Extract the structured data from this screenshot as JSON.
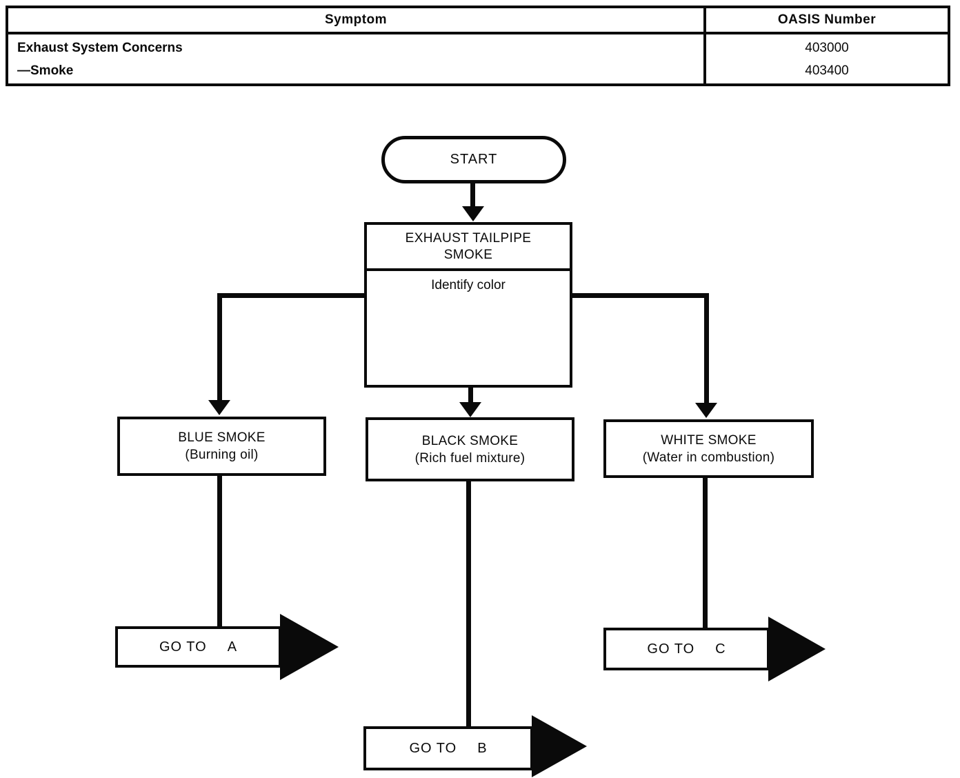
{
  "table": {
    "col1_header": "Symptom",
    "col2_header": "OASIS Number",
    "symptom_line1": "Exhaust System Concerns",
    "symptom_line2": "—Smoke",
    "oasis_value1": "403000",
    "oasis_value2": "403400"
  },
  "flowchart": {
    "start_label": "START",
    "main_box": {
      "title_line1": "EXHAUST TAILPIPE",
      "title_line2": "SMOKE",
      "subtitle": "Identify color"
    },
    "branches": [
      {
        "title": "BLUE SMOKE",
        "subtitle": "(Burning oil)",
        "goto_prefix": "GO TO",
        "goto_letter": "A"
      },
      {
        "title": "BLACK SMOKE",
        "subtitle": "(Rich fuel mixture)",
        "goto_prefix": "GO TO",
        "goto_letter": "B"
      },
      {
        "title": "WHITE SMOKE",
        "subtitle": "(Water in combustion)",
        "goto_prefix": "GO TO",
        "goto_letter": "C"
      }
    ],
    "colors": {
      "line": "#0a0a0a",
      "background": "#ffffff"
    }
  }
}
